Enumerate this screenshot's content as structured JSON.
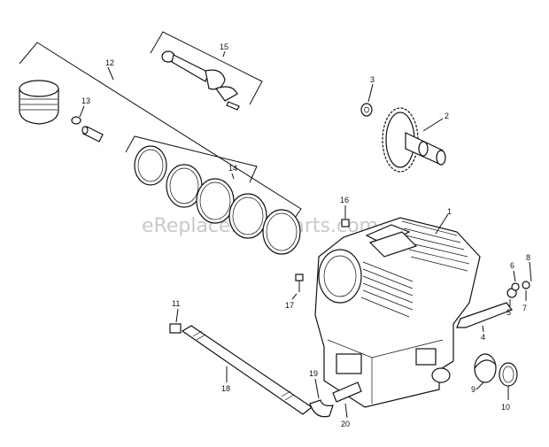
{
  "watermark": "eReplacementParts.com",
  "callouts": {
    "c1": "1",
    "c2": "2",
    "c3": "3",
    "c4": "4",
    "c5": "5",
    "c6": "6",
    "c7": "7",
    "c8": "8",
    "c9": "9",
    "c10": "10",
    "c11": "11",
    "c12": "12",
    "c13": "13",
    "c14": "14",
    "c15": "15",
    "c16": "16",
    "c17": "17",
    "c18": "18",
    "c19": "19",
    "c20": "20"
  },
  "colors": {
    "line": "#111111",
    "watermark": "#c9c9c9",
    "background": "#ffffff"
  }
}
